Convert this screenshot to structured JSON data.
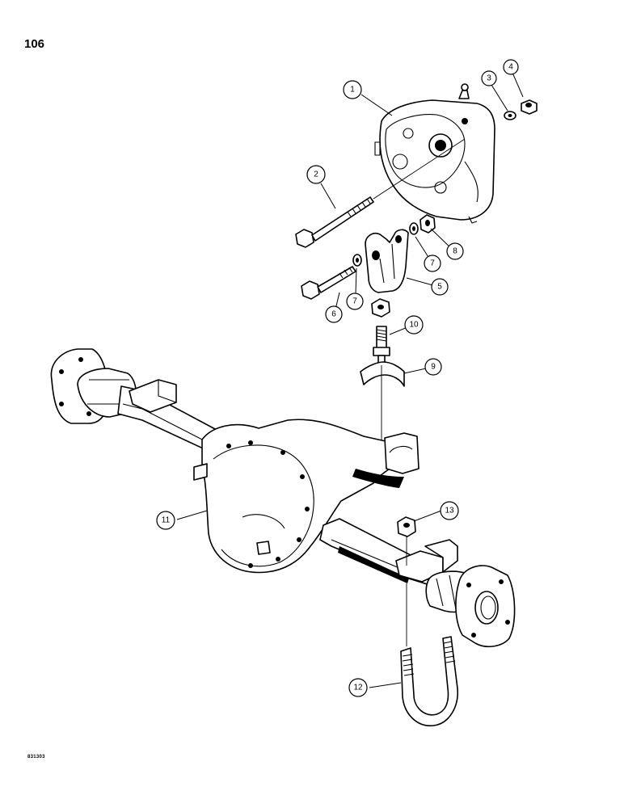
{
  "page": {
    "number": "106",
    "drawing_code": "831303"
  },
  "callouts": [
    {
      "id": "callout-1",
      "label": "1"
    },
    {
      "id": "callout-2",
      "label": "2"
    },
    {
      "id": "callout-3",
      "label": "3"
    },
    {
      "id": "callout-4",
      "label": "4"
    },
    {
      "id": "callout-5",
      "label": "5"
    },
    {
      "id": "callout-6",
      "label": "6"
    },
    {
      "id": "callout-7a",
      "label": "7"
    },
    {
      "id": "callout-7b",
      "label": "7"
    },
    {
      "id": "callout-8",
      "label": "8"
    },
    {
      "id": "callout-9",
      "label": "9"
    },
    {
      "id": "callout-10",
      "label": "10"
    },
    {
      "id": "callout-11",
      "label": "11"
    },
    {
      "id": "callout-12",
      "label": "12"
    },
    {
      "id": "callout-13",
      "label": "13"
    }
  ]
}
